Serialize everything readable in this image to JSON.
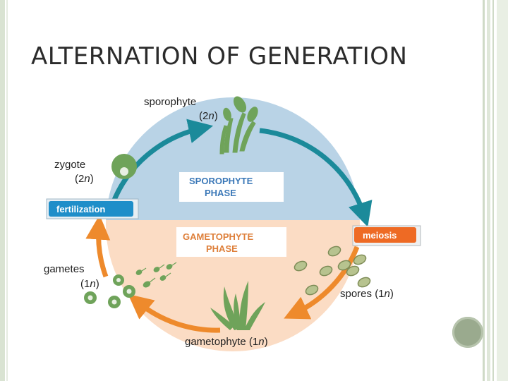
{
  "slide": {
    "title": "ALTERNATION OF GENERATION"
  },
  "diagram": {
    "labels": {
      "sporophyte": "sporophyte",
      "sporophyte_ploidy_pre": "(2",
      "sporophyte_ploidy_n": "n",
      "sporophyte_ploidy_post": ")",
      "zygote": "zygote",
      "zygote_ploidy_pre": "(2",
      "zygote_ploidy_n": "n",
      "zygote_ploidy_post": ")",
      "gametes": "gametes",
      "gametes_ploidy_pre": "(1",
      "gametes_ploidy_n": "n",
      "gametes_ploidy_post": ")",
      "spores_pre": "spores (1",
      "spores_n": "n",
      "spores_post": ")",
      "gametophyte_pre": "gametophyte (1",
      "gametophyte_n": "n",
      "gametophyte_post": ")"
    },
    "phases": {
      "sporophyte_line1": "SPOROPHYTE",
      "sporophyte_line2": "PHASE",
      "gametophyte_line1": "GAMETOPHYTE",
      "gametophyte_line2": "PHASE"
    },
    "process_boxes": {
      "fertilization": "fertilization",
      "meiosis": "meiosis"
    },
    "colors": {
      "sporophyte_phase_fill": "#b9d3e6",
      "gametophyte_phase_fill": "#fbdcc4",
      "sporophyte_arrow": "#1b8a9a",
      "gametophyte_arrow": "#ee8a2c",
      "fertilization_box": "#1f8ec9",
      "meiosis_box": "#ee6a24",
      "plant_green": "#6fa35a",
      "phase_text_blue": "#3c79b8",
      "phase_text_orange": "#de7f3a"
    }
  }
}
